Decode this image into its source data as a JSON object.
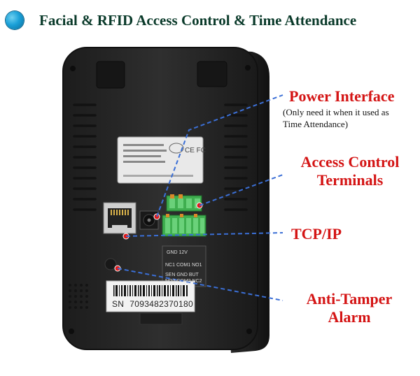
{
  "header": {
    "title": "Facial & RFID Access Control & Time Attendance",
    "bullet_icon": "globe-bullet-icon",
    "bullet_color": "#1aa0d8"
  },
  "labels": {
    "power": "Power Interface",
    "power_note_1": "(Only need it when it used as",
    "power_note_2": "Time Attendance)",
    "access_1": "Access Control",
    "access_2": "Terminals",
    "tcp": "TCP/IP",
    "tamper_1": "Anti-Tamper",
    "tamper_2": "Alarm"
  },
  "device": {
    "serial_prefix": "SN",
    "serial_number": "7093482370180",
    "terminals": {
      "row1": "GND  12V",
      "row2": "NC1 COM1 NO1",
      "row3": "SEN  GND  BUT",
      "row4": "NO2 COM2 NC2"
    },
    "body_color": "#2a2a2a",
    "callout_color": "#d41414",
    "leader_color": "#3b6fd6"
  }
}
